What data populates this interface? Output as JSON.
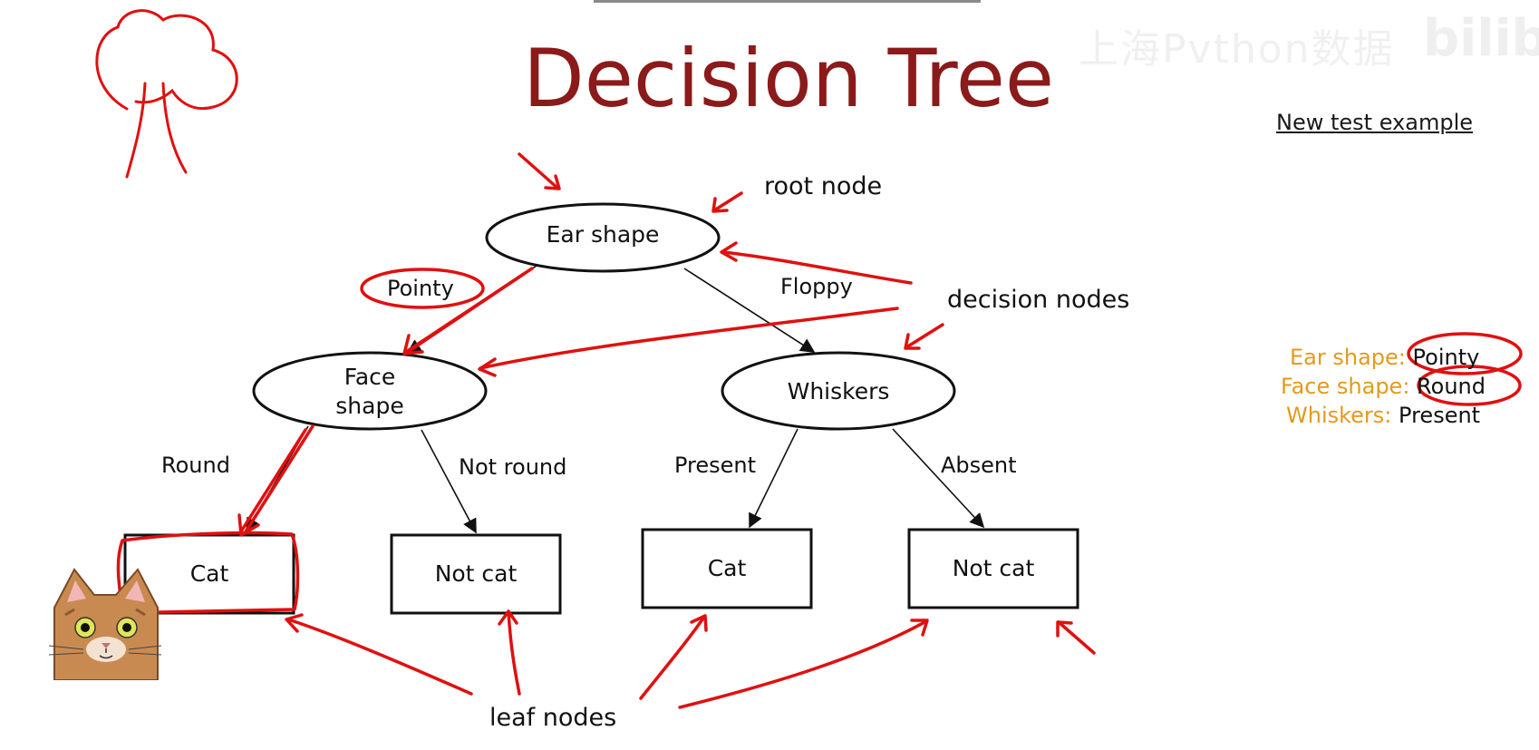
{
  "title": "Decision Tree",
  "watermark": "上海Pvthon数据",
  "watermark_logo": "bilibili",
  "test_example": {
    "heading": "New test example",
    "rows": [
      {
        "label": "Ear shape:",
        "value": "Pointy"
      },
      {
        "label": "Face shape:",
        "value": "Round"
      },
      {
        "label": "Whiskers:",
        "value": "Present"
      }
    ]
  },
  "nodes": {
    "root": "Ear shape",
    "face": [
      "Face",
      "shape"
    ],
    "whiskers": "Whiskers",
    "leaf1": "Cat",
    "leaf2": "Not cat",
    "leaf3": "Cat",
    "leaf4": "Not cat"
  },
  "edges": {
    "pointy": "Pointy",
    "floppy": "Floppy",
    "round": "Round",
    "not_round": "Not round",
    "present": "Present",
    "absent": "Absent"
  },
  "annotations": {
    "root_node": "root node",
    "decision_nodes": "decision nodes",
    "leaf_nodes": "leaf nodes"
  },
  "colors": {
    "title": "#8b1a1a",
    "annotation_red": "#e01010",
    "test_label": "#e39a1c"
  }
}
